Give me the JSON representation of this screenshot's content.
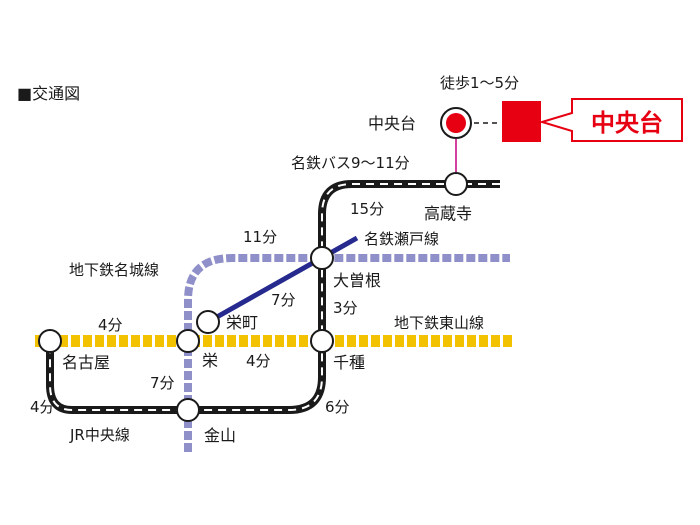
{
  "header": {
    "title": "■交通図"
  },
  "destination": {
    "label": "中央台",
    "station": "中央台",
    "walk_note": "徒歩1～5分"
  },
  "bus": {
    "label": "名鉄バス9～11分"
  },
  "stations": {
    "kozoji": "高蔵寺",
    "ozone": "大曽根",
    "sakaemachi": "栄町",
    "sakae": "栄",
    "chikusa": "千種",
    "nagoya": "名古屋",
    "kanayama": "金山"
  },
  "lines": {
    "meijo": "地下鉄名城線",
    "seto": "名鉄瀬戸線",
    "higashiyama": "地下鉄東山線",
    "jr_chuo": "JR中央線"
  },
  "times": {
    "kozoji_ozone": "15分",
    "sakae_ozone_meijo": "11分",
    "sakaemachi_ozone": "7分",
    "ozone_chikusa": "3分",
    "nagoya_sakae": "4分",
    "sakae_chikusa": "4分",
    "sakae_kanayama": "7分",
    "nagoya_kanayama": "4分",
    "chikusa_kanayama": "6分"
  },
  "colors": {
    "meijo": "#8f8fca",
    "seto": "#262a8f",
    "higashiyama": "#f2c200",
    "jr": "#1a1a1a",
    "accent": "#e60012",
    "bus_link": "#c0007a"
  }
}
